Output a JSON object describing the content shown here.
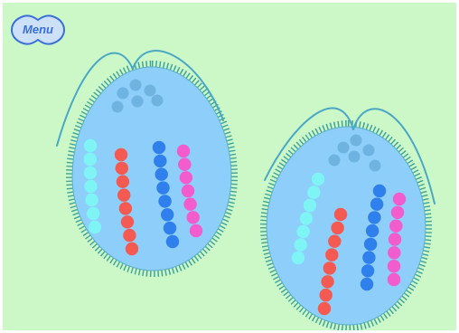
{
  "colors": {
    "background": "#ccf8c8",
    "cell_fill": "#8dcefa",
    "cell_outline": "#5ab0c8",
    "cilia": "#3fa39a",
    "flagella": "#4aa8c4",
    "nucleolus": "#6fb4e0",
    "menu_fill": "#cde0fa",
    "menu_stroke": "#3a6fd8",
    "chromosome_cyan": "#7ef4f4",
    "chromosome_red": "#f55a52",
    "chromosome_blue": "#2f7fec",
    "chromosome_pink": "#f25ccc"
  },
  "menu": {
    "label": "Menu",
    "icon": "cloud-shape"
  },
  "cells": [
    {
      "name": "cell-left",
      "chromosomes": [
        {
          "color": "chromosome_cyan",
          "beads": 7
        },
        {
          "color": "chromosome_red",
          "beads": 8
        },
        {
          "color": "chromosome_blue",
          "beads": 8
        },
        {
          "color": "chromosome_pink",
          "beads": 7
        }
      ]
    },
    {
      "name": "cell-right",
      "chromosomes": [
        {
          "color": "chromosome_cyan",
          "beads": 7
        },
        {
          "color": "chromosome_red",
          "beads": 8
        },
        {
          "color": "chromosome_blue",
          "beads": 8
        },
        {
          "color": "chromosome_pink",
          "beads": 7
        }
      ]
    }
  ]
}
